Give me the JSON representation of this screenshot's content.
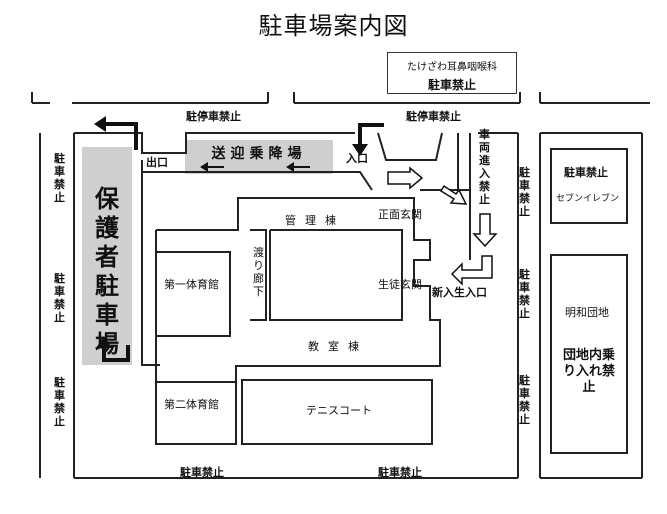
{
  "title": "駐車場案内図",
  "clinic": {
    "name": "たけざわ耳鼻咽喉科",
    "note": "駐車禁止"
  },
  "labels": {
    "no_stopping_top_left": "駐停車禁止",
    "no_stopping_top_right": "駐停車禁止",
    "exit": "出口",
    "entrance": "入口",
    "pickup_zone": "送迎乗降場",
    "vehicle_entry_no": "車両進入禁止",
    "admin_building": "管理棟",
    "main_entrance": "正面玄関",
    "student_entrance": "生徒玄関",
    "new_student_entrance": "新入生入口",
    "gym1": "第一体育館",
    "gym2": "第二体育館",
    "corridor": "渡り廊下",
    "classroom_building": "教室棟",
    "tennis_court": "テニスコート",
    "guardian_parking": "保護者駐車場",
    "no_parking": "駐車禁止",
    "right_no_parking": "駐車禁止",
    "seven_eleven": "セブンイレブン",
    "meiwa_danchi": "明和団地",
    "danchi_no_entry": "団地内乗り入れ禁止",
    "bottom_no_parking_left": "駐車禁止",
    "bottom_no_parking_right": "駐車禁止"
  }
}
